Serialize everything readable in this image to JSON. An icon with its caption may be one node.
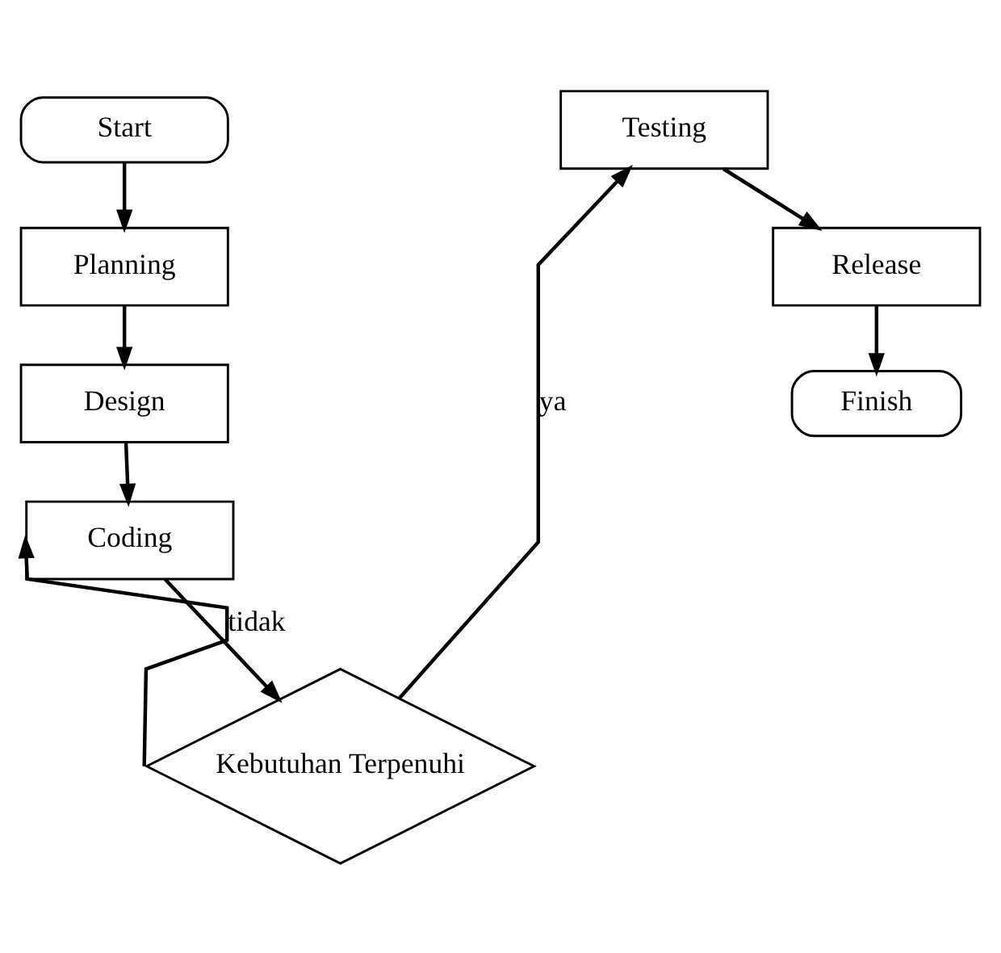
{
  "diagram": {
    "nodes": [
      {
        "text": [
          "Start"
        ]
      },
      {
        "text": [
          "Planning"
        ]
      },
      {
        "text": [
          "Design"
        ]
      },
      {
        "text": [
          "Coding"
        ]
      },
      {
        "text": [
          "Kebutuhan Terpenuhi"
        ]
      },
      {
        "text": [
          "Testing"
        ]
      },
      {
        "text": [
          "Release"
        ]
      },
      {
        "text": [
          "Finish"
        ]
      }
    ],
    "edges": [
      {
        "from": 0,
        "to": 1,
        "arrow": "to"
      },
      {
        "from": 1,
        "to": 2,
        "arrow": "to"
      },
      {
        "from": 2,
        "to": 3,
        "arrow": "to"
      },
      {
        "from": 3,
        "to": 4,
        "arrow": "to"
      },
      {
        "from": 4,
        "to": 3,
        "arrow": "to",
        "label": "tidak"
      },
      {
        "from": 4,
        "to": 5,
        "arrow": "to",
        "label": "ya"
      },
      {
        "from": 5,
        "to": 6,
        "arrow": "to"
      },
      {
        "from": 6,
        "to": 7,
        "arrow": "to"
      }
    ]
  }
}
